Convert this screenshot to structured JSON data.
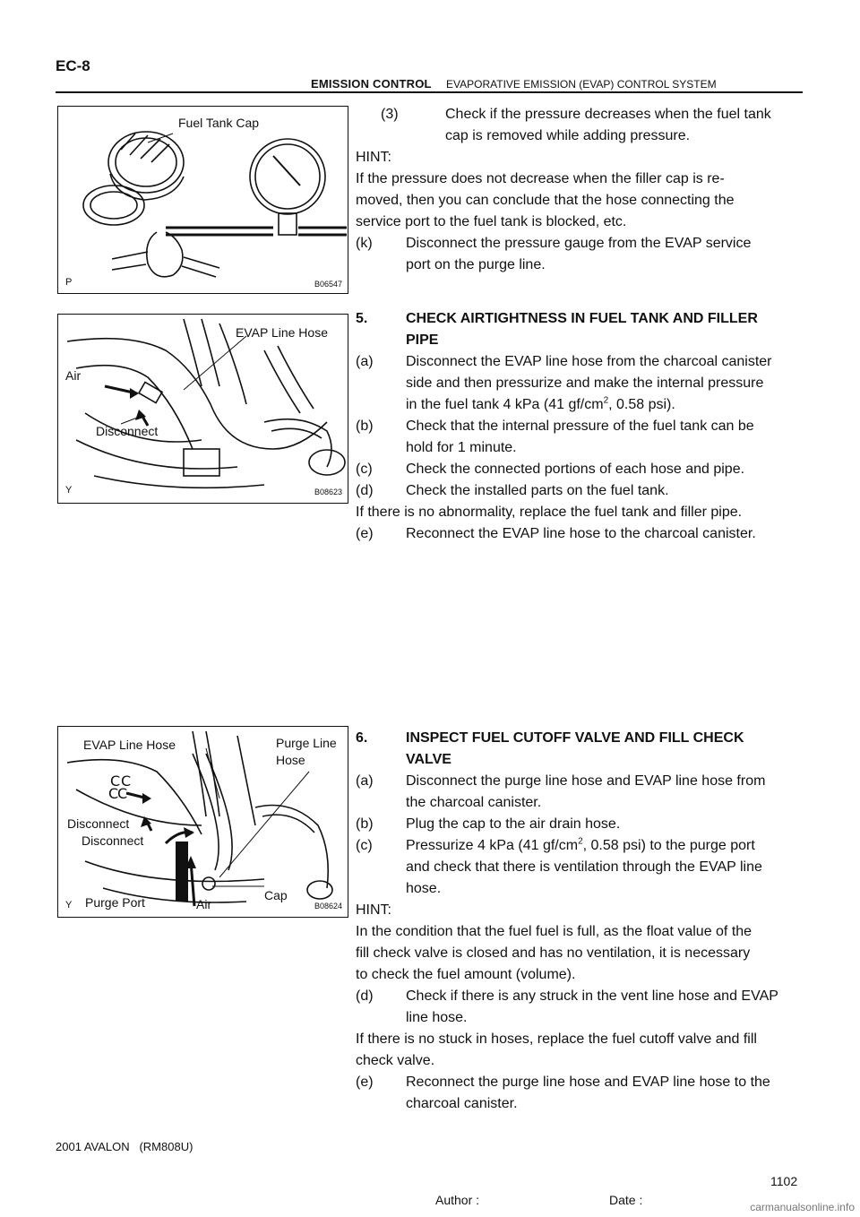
{
  "header": {
    "page_code": "EC-8",
    "dash": "-",
    "section": "EMISSION CONTROL",
    "subsection": "EVAPORATIVE EMISSION (EVAP) CONTROL SYSTEM"
  },
  "figures": {
    "fig1": {
      "code": "B06547",
      "letter": "P",
      "label_cap": "Fuel Tank Cap"
    },
    "fig2": {
      "code": "B08623",
      "letter": "Y",
      "label_hose": "EVAP Line Hose",
      "label_air": "Air",
      "label_disconnect": "Disconnect"
    },
    "fig3": {
      "code": "B08624",
      "letter": "Y",
      "label_evap": "EVAP Line Hose",
      "label_purge_line": "Purge Line",
      "label_hose": "Hose",
      "label_disconnect1": "Disconnect",
      "label_disconnect2": "Disconnect",
      "label_purge_port": "Purge Port",
      "label_air": "Air",
      "label_cap": "Cap"
    }
  },
  "section1": {
    "step3_num": "(3)",
    "step3_line1": "Check if the pressure decreases when the fuel tank",
    "step3_line2": "cap is removed while adding pressure.",
    "hint": "HINT:",
    "hint_line1": "If the pressure does not decrease when the filler cap is re-",
    "hint_line2": "moved, then you can conclude that the hose connecting the",
    "hint_line3": "service port to the fuel tank is blocked, etc.",
    "k_num": "(k)",
    "k_line1": "Disconnect the pressure gauge from the EVAP service",
    "k_line2": "port on the purge line."
  },
  "section5": {
    "num": "5.",
    "title_line1": "CHECK AIRTIGHTNESS IN FUEL TANK AND FILLER",
    "title_line2": "PIPE",
    "a_num": "(a)",
    "a_line1": "Disconnect the EVAP line hose from the charcoal canister",
    "a_line2": "side and then pressurize and make the internal pressure",
    "a_line3_pre": "in the fuel tank 4 kPa (41 gf/cm",
    "a_line3_sup": "2",
    "a_line3_post": ", 0.58 psi).",
    "b_num": "(b)",
    "b_line1": "Check that the internal pressure of the fuel tank can be",
    "b_line2": "hold for 1 minute.",
    "c_num": "(c)",
    "c_line1": "Check the connected portions of each hose and pipe.",
    "d_num": "(d)",
    "d_line1": "Check the installed parts on the fuel tank.",
    "note": "If there is no abnormality, replace the fuel tank and filler pipe.",
    "e_num": "(e)",
    "e_line1": "Reconnect the EVAP line hose to the charcoal canister."
  },
  "section6": {
    "num": "6.",
    "title_line1": "INSPECT FUEL CUTOFF VALVE AND FILL CHECK",
    "title_line2": "VALVE",
    "a_num": "(a)",
    "a_line1": "Disconnect the purge line hose and EVAP line hose from",
    "a_line2": "the charcoal canister.",
    "b_num": "(b)",
    "b_line1": "Plug the cap to the air drain hose.",
    "c_num": "(c)",
    "c_line1_pre": "Pressurize 4 kPa (41 gf/cm",
    "c_line1_sup": "2",
    "c_line1_post": ", 0.58 psi) to the purge port",
    "c_line2": "and check that there is ventilation through the EVAP line",
    "c_line3": "hose.",
    "hint": "HINT:",
    "hint_line1": "In the condition that the fuel fuel is full, as the float value of the",
    "hint_line2": "fill check valve is closed and has no ventilation, it is necessary",
    "hint_line3": "to check the fuel amount (volume).",
    "d_num": "(d)",
    "d_line1": "Check if there is any struck in the vent line hose and EVAP",
    "d_line2": "line hose.",
    "note_line1": "If there is no stuck in hoses, replace the fuel cutoff valve and fill",
    "note_line2": "check valve.",
    "e_num": "(e)",
    "e_line1": "Reconnect the purge line hose and EVAP line hose to the",
    "e_line2": "charcoal canister."
  },
  "footer": {
    "model": "2001 AVALON   (RM808U)",
    "page_number": "1102",
    "author": "Author :",
    "date": "Date :",
    "watermark": "carmanualsonline.info"
  }
}
